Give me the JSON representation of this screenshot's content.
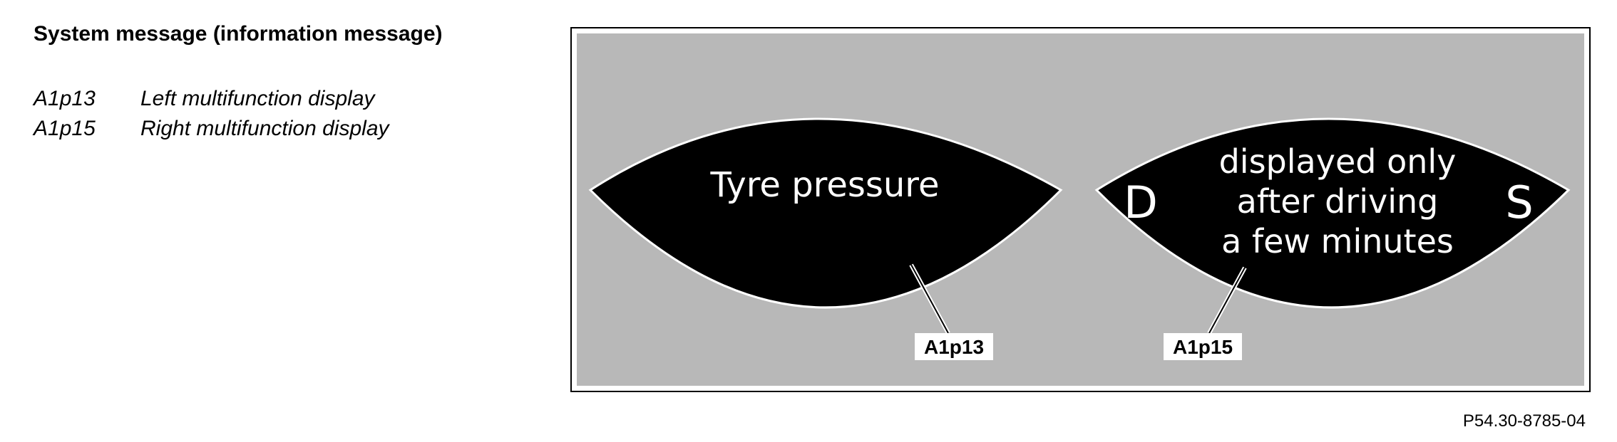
{
  "heading": "System message (information message)",
  "legend": [
    {
      "code": "A1p13",
      "description": "Left multifunction display"
    },
    {
      "code": "A1p15",
      "description": "Right multifunction display"
    }
  ],
  "left_display": {
    "message": "Tyre pressure",
    "callout": "A1p13"
  },
  "right_display": {
    "message_lines": [
      "displayed only",
      "after driving",
      "a few minutes"
    ],
    "left_letter": "D",
    "right_letter": "S",
    "callout": "A1p15"
  },
  "figure_reference": "P54.30-8785-04",
  "colors": {
    "panel_background": "#b8b8b8",
    "display_fill": "#000000",
    "display_text": "#ffffff",
    "label_background": "#ffffff"
  }
}
